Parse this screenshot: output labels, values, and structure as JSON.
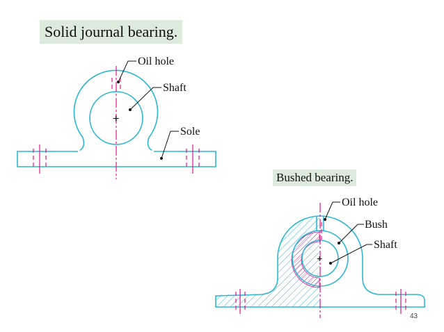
{
  "titles": {
    "solid": "Solid journal bearing.",
    "bushed": "Bushed bearing."
  },
  "solid_labels": {
    "oil_hole": "Oil hole",
    "shaft": "Shaft",
    "sole": "Sole"
  },
  "bushed_labels": {
    "oil_hole": "Oil hole",
    "bush": "Bush",
    "shaft": "Shaft"
  },
  "page_number": "43",
  "colors": {
    "outline": "#2bb7d4",
    "centerline": "#e0148a",
    "title_background": "#dcebdc"
  }
}
